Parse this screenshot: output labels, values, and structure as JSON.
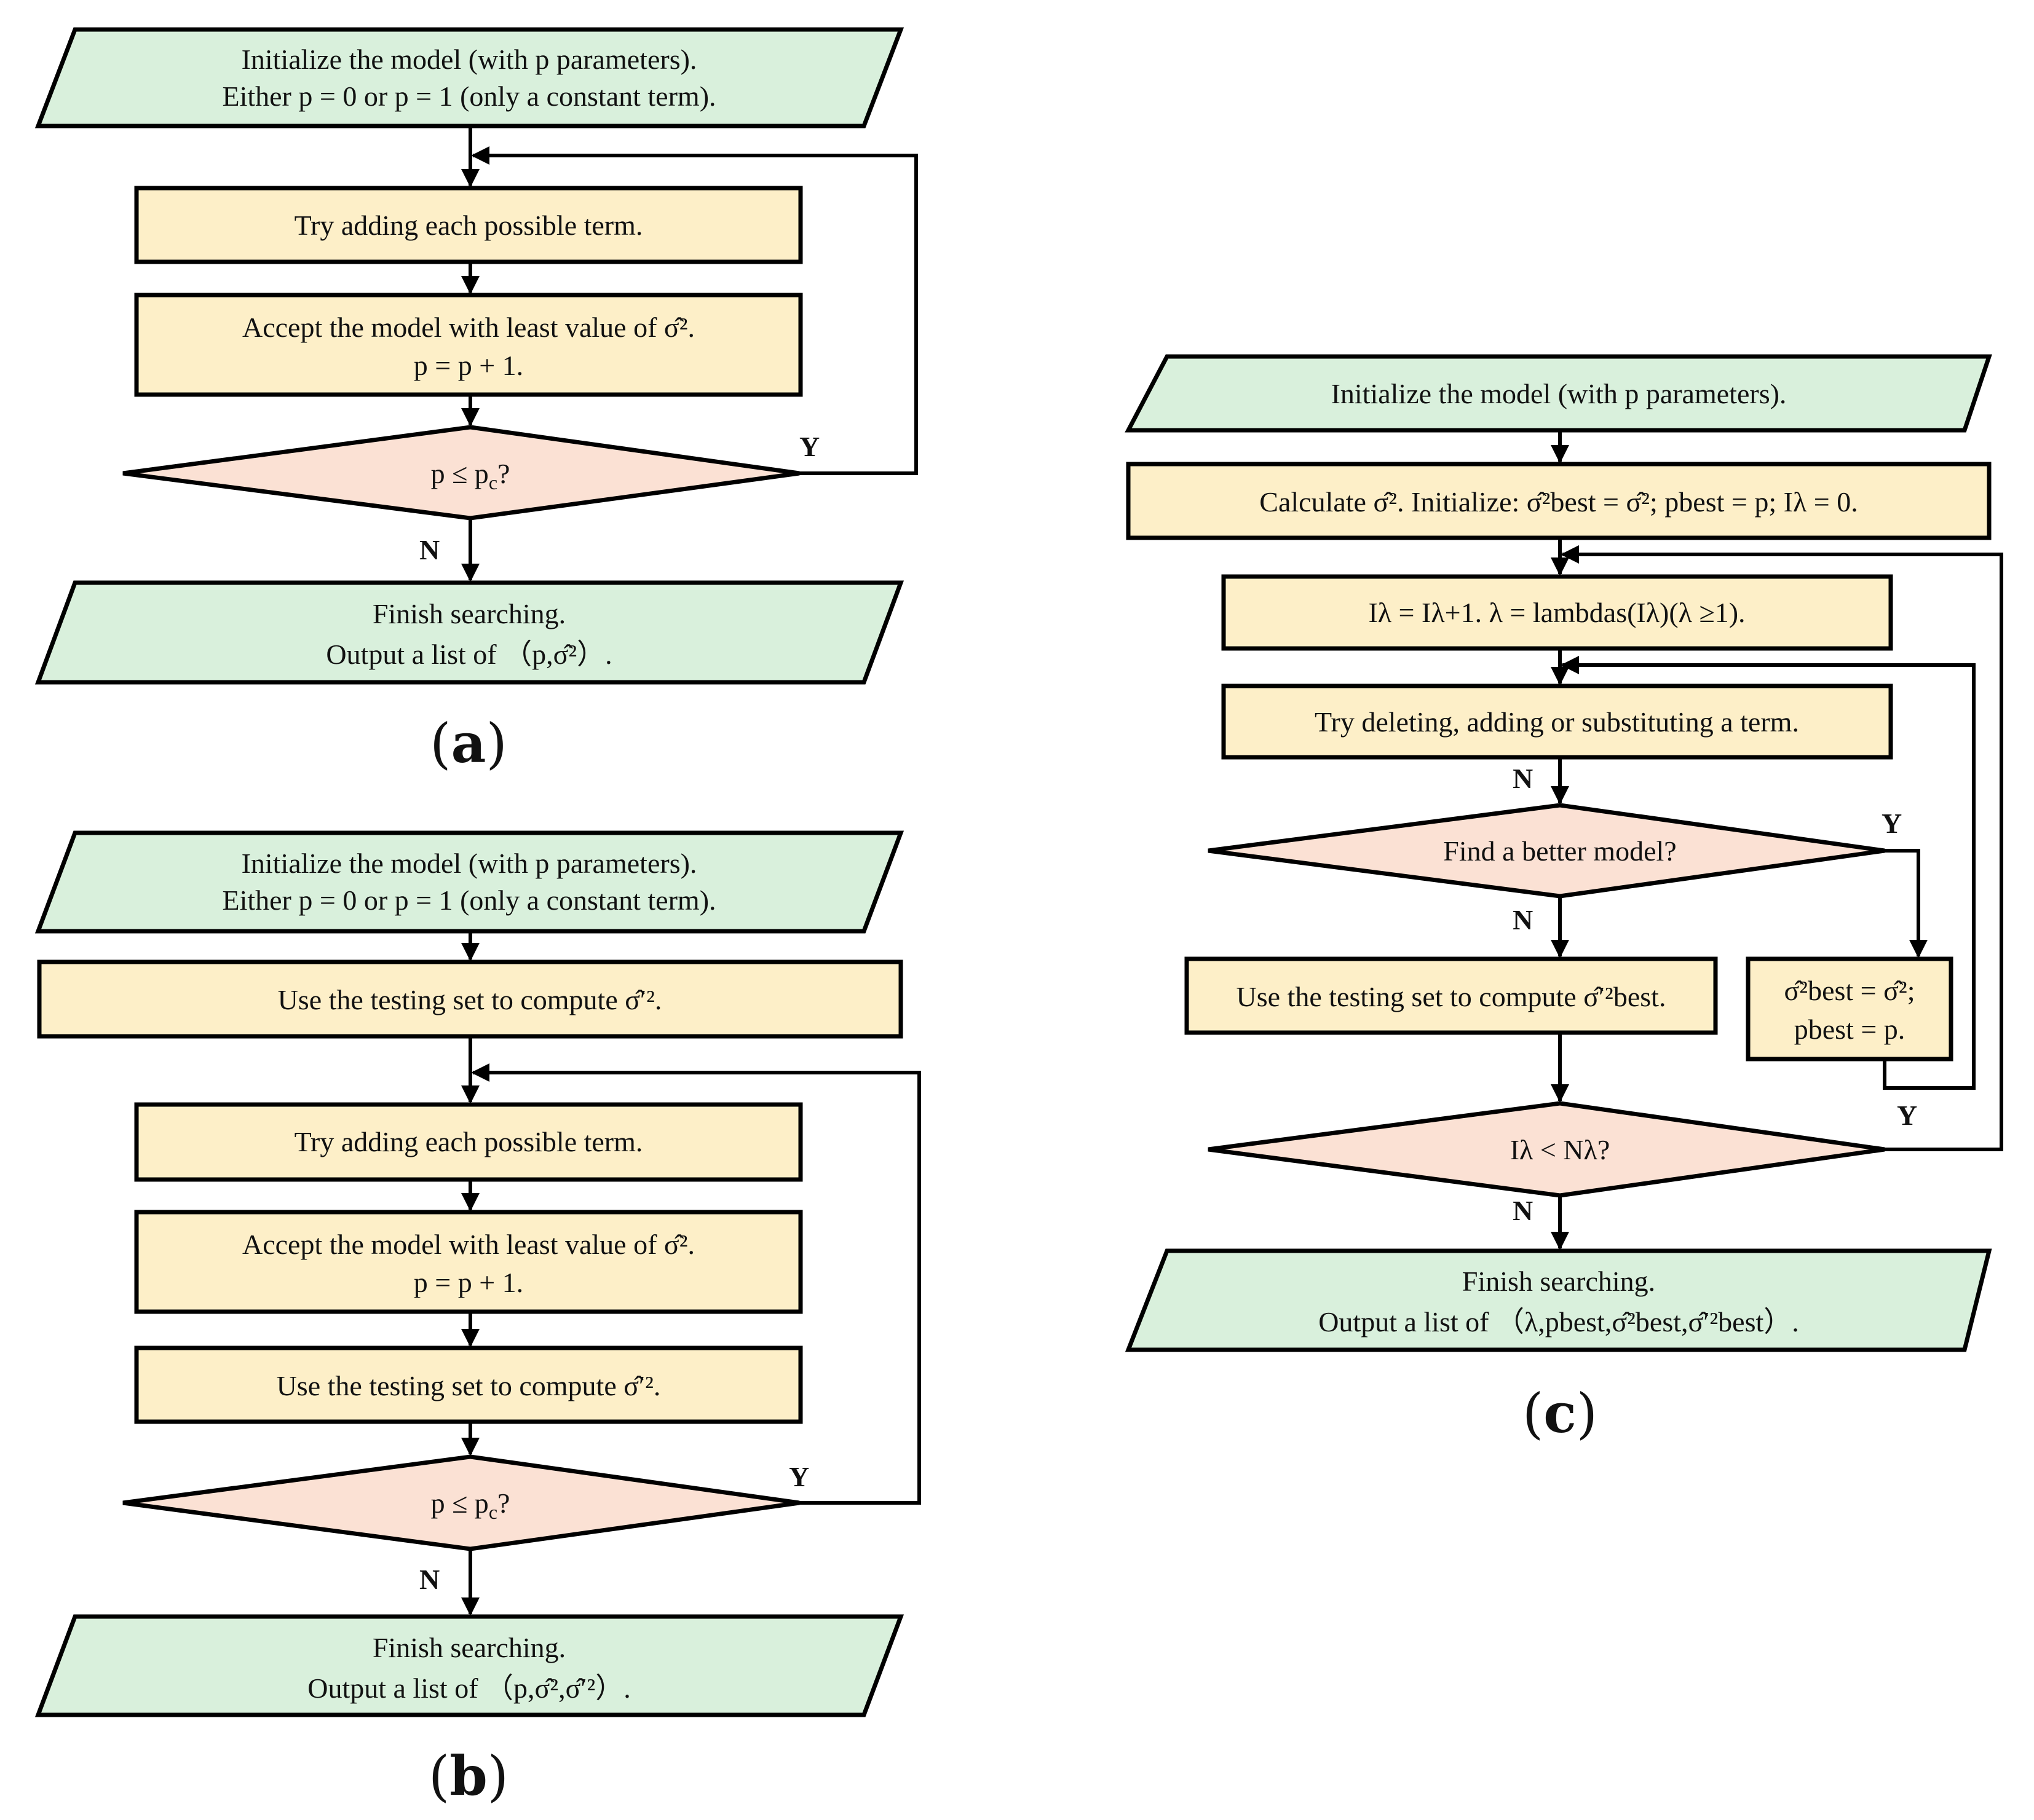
{
  "panel_a": {
    "caption": "a",
    "init_line1": "Initialize the model (with p parameters).",
    "init_line2": "Either p = 0 or p = 1 (only a constant term).",
    "try_add": "Try adding each possible term.",
    "accept_line1": "Accept the model with least value of σ̂².",
    "accept_line2": "p = p + 1.",
    "decision": "p ≤ p",
    "decision_sub": "c",
    "decision_q": "?",
    "yes": "Y",
    "no": "N",
    "finish_line1": "Finish searching.",
    "finish_line2": "Output a list of （p,σ̂²）."
  },
  "panel_b": {
    "caption": "b",
    "init_line1": "Initialize the model (with p parameters).",
    "init_line2": "Either p = 0 or p = 1 (only a constant term).",
    "test1": "Use the testing set to compute σ̂′².",
    "try_add": "Try adding each possible term.",
    "accept_line1": "Accept the model with least value of σ̂².",
    "accept_line2": "p = p + 1.",
    "test2": "Use the testing set to compute σ̂′².",
    "decision": "p ≤ p",
    "decision_sub": "c",
    "decision_q": "?",
    "yes": "Y",
    "no": "N",
    "finish_line1": "Finish searching.",
    "finish_line2": "Output a list of （p,σ̂²,σ̂′²）."
  },
  "panel_c": {
    "caption": "c",
    "init": "Initialize the model (with p parameters).",
    "calc": "Calculate σ̂². Initialize: σ̂²best = σ̂²; pbest = p; Iλ = 0.",
    "iter": "Iλ = Iλ+1. λ = lambdas(Iλ)(λ ≥1).",
    "try": "Try deleting, adding or substituting a term.",
    "find": "Find a better model?",
    "test": "Use the testing set to compute σ̂′²best.",
    "update_line1": "σ̂²best = σ̂²;",
    "update_line2": "pbest = p.",
    "decision2": "Iλ < Nλ?",
    "yes1": "Y",
    "yes2": "Y",
    "no1": "N",
    "no2": "N",
    "no3": "N",
    "finish_line1": "Finish searching.",
    "finish_line2": "Output a list of （λ,pbest,σ̂²best,σ̂′²best）."
  }
}
